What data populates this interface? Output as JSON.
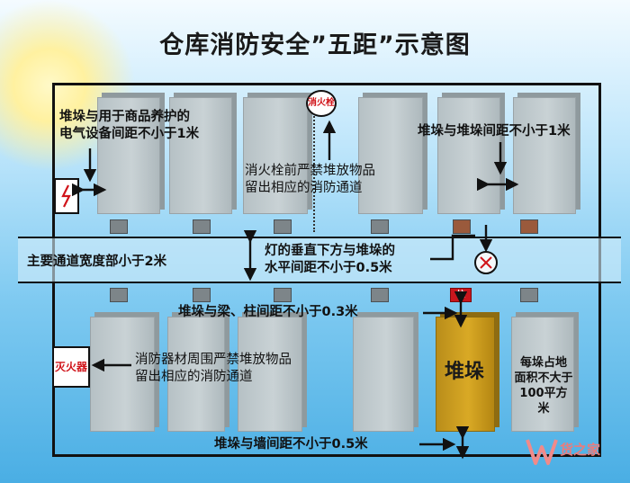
{
  "title": "仓库消防安全”五距”示意图",
  "labels": {
    "electric_distance": [
      "堆垛与用于商品养护的",
      "电气设备间距不小于1米"
    ],
    "stack_distance": "堆垛与堆垛间距不小于1米",
    "hydrant_note": [
      "消火栓前严禁堆放物品",
      "留出相应的消防通道"
    ],
    "main_aisle": "主要通道宽度部小于2米",
    "lamp_distance": [
      "灯的垂直下方与堆垛的",
      "水平间距不小于0.5米"
    ],
    "beam_distance": "堆垛与梁、柱间距不小于0.3米",
    "extinguisher_note": [
      "消防器材周围严禁堆放物品",
      "留出相应的消防通道"
    ],
    "area_note": [
      "每垛占地",
      "面积不大于",
      "100平方米"
    ],
    "wall_distance": "堆垛与墙间距不小于0.5米",
    "hydrant": "消火栓",
    "extinguisher": "灭火器",
    "stack": "堆垛",
    "column_tag": "柱",
    "watermark": "货之家"
  },
  "colors": {
    "accent_red": "#d0141a",
    "stack_gold": "#d4a321"
  }
}
